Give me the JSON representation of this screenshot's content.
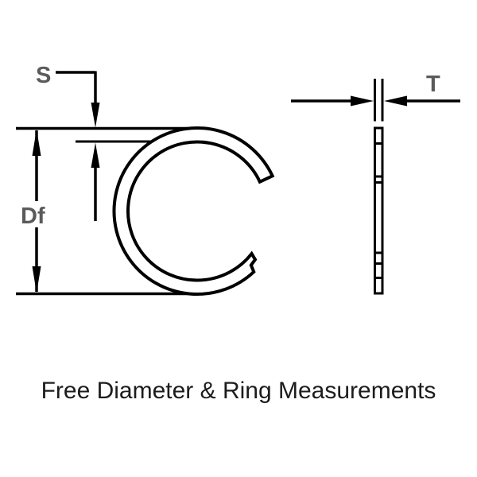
{
  "diagram": {
    "caption": "Free Diameter & Ring Measurements",
    "labels": {
      "gap": "S",
      "free_diameter": "Df",
      "thickness": "T"
    },
    "colors": {
      "line": "#000000",
      "label_text": "#5b5b5b",
      "caption_text": "#1c1c1c",
      "background": "#ffffff"
    }
  }
}
